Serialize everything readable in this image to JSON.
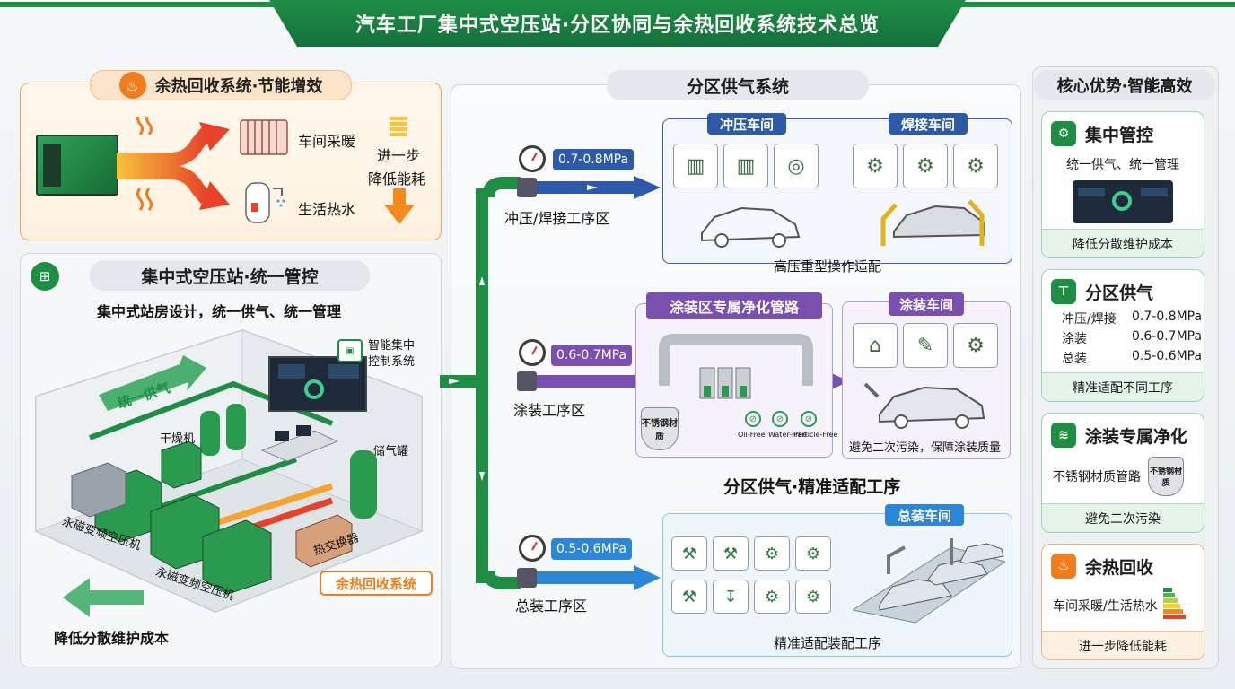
{
  "title": "汽车工厂集中式空压站·分区协同与余热回收系统技术总览",
  "heat_recovery": {
    "title": "余热回收系统·节能增效",
    "outputs": [
      "车间采暖",
      "生活热水"
    ],
    "result_line1": "进一步",
    "result_line2": "降低能耗"
  },
  "central_station": {
    "title": "集中式空压站·统一管控",
    "subtitle": "集中式站房设计，统一供气、统一管理",
    "control_label_line1": "智能集中",
    "control_label_line2": "控制系统",
    "supply_arrow": "统一供气",
    "dryer": "干燥机",
    "tank": "储气罐",
    "compressor1": "永磁变频空压机",
    "compressor2": "永磁变频空压机",
    "heat_exchanger": "热交换器",
    "heat_tag": "余热回收系统",
    "bottom_text": "降低分散维护成本"
  },
  "zone_supply": {
    "title": "分区供气系统",
    "zones": [
      {
        "pressure": "0.7-0.8MPa",
        "label": "冲压/焊接工序区"
      },
      {
        "pressure": "0.6-0.7MPa",
        "label": "涂装工序区"
      },
      {
        "pressure": "0.5-0.6MPa",
        "label": "总装工序区"
      }
    ],
    "stamping_tag": "冲压车间",
    "welding_tag": "焊接车间",
    "top_caption": "高压重型操作适配",
    "paint_pipe_tag": "涂装区专属净化管路",
    "stainless_badge": "不锈钢材质",
    "filters": [
      "Oil-Free",
      "Water-Free",
      "Particle-Free"
    ],
    "paint_tag": "涂装车间",
    "paint_caption": "避免二次污染，保障涂装质量",
    "middle_caption": "分区供气·精准适配工序",
    "assembly_tag": "总装车间",
    "assembly_caption": "精准适配装配工序"
  },
  "advantages": {
    "title": "核心优势·智能高效",
    "cards": [
      {
        "title": "集中管控",
        "desc": "统一供气、统一管理",
        "footer": "降低分散维护成本"
      },
      {
        "title": "分区供气",
        "rows": [
          [
            "冲压/焊接",
            "0.7-0.8MPa"
          ],
          [
            "涂装",
            "0.6-0.7MPa"
          ],
          [
            "总装",
            "0.5-0.6MPa"
          ]
        ],
        "footer": "精准适配不同工序"
      },
      {
        "title": "涂装专属净化",
        "desc": "不锈钢材质管路",
        "badge": "不锈钢材质",
        "footer": "避免二次污染"
      },
      {
        "title": "余热回收",
        "desc": "车间采暖/生活热水",
        "footer": "进一步降低能耗"
      }
    ]
  },
  "colors": {
    "green": "#1f8e45",
    "orange": "#f07c1e",
    "blue": "#2d5aa8",
    "purple": "#7a4fb0"
  }
}
